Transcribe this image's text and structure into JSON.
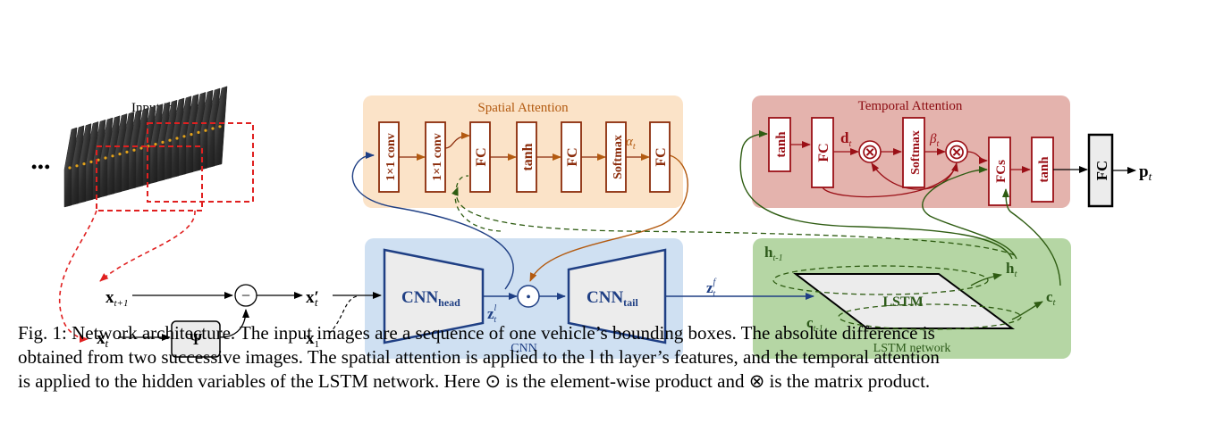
{
  "input_images": {
    "label": "Input images",
    "ellipsis": "•••"
  },
  "inputs": {
    "x_next": "x",
    "x_next_sub": "t+1",
    "x_curr": "x",
    "x_curr_sub": "t",
    "psi": "Ψ",
    "minus": "−",
    "x_prime": "x′",
    "x_prime_sub": "t",
    "x_one": "x",
    "x_one_sub": "1"
  },
  "spatial_attention": {
    "title": "Spatial Attention",
    "blocks": [
      "1×1 conv",
      "1×1 conv",
      "FC",
      "tanh",
      "FC",
      "Softmax",
      "FC"
    ],
    "alpha": "α",
    "alpha_sub": "t"
  },
  "cnn": {
    "title": "CNN",
    "head": "CNN",
    "head_sub": "head",
    "tail": "CNN",
    "tail_sub": "tail",
    "z_in": "z",
    "z_in_sup": "l",
    "z_in_sub": "t",
    "z_out": "z",
    "z_out_sup": "f",
    "z_out_sub": "t",
    "odot": "•"
  },
  "temporal_attention": {
    "title": "Temporal Attention",
    "tanh1": "tanh",
    "fc1": "FC",
    "d": "d",
    "d_sub": "t",
    "otimes": "⊗",
    "softmax": "Softmax",
    "beta": "β",
    "beta_sub": "t",
    "fcs": "FCs",
    "tanh2": "tanh"
  },
  "output": {
    "fc": "FC",
    "p": "p",
    "p_sub": "t"
  },
  "lstm": {
    "title": "LSTM network",
    "cell": "LSTM",
    "h_prev": "h",
    "h_prev_sub": "t-1",
    "c_prev": "c",
    "c_prev_sub": "t-1",
    "h_out": "h",
    "h_out_sub": "t",
    "c_out": "c",
    "c_out_sub": "t"
  },
  "caption": {
    "line1": "Fig. 1: Network architecture. The input images are a sequence of one vehicle’s bounding boxes. The absolute difference is",
    "line2": "obtained from two successive images. The spatial attention is applied to the l th layer’s features, and the temporal attention",
    "line3": "is applied to the hidden variables of the LSTM network. Here ⊙ is the element-wise product and ⊗ is the matrix product."
  },
  "colors": {
    "spatial_bg": "#fbe3c8",
    "spatial_border": "#8b2b0a",
    "temporal_bg": "#e4b3ad",
    "temporal_border": "#9a0f16",
    "cnn_bg": "#cfe0f2",
    "cnn_border": "#1f3f84",
    "lstm_bg": "#b5d6a4",
    "lstm_border": "#2d5a1a",
    "dark_green": "#2e5c12",
    "orange_arrow": "#b35a10",
    "red_dashed": "#e02020"
  }
}
